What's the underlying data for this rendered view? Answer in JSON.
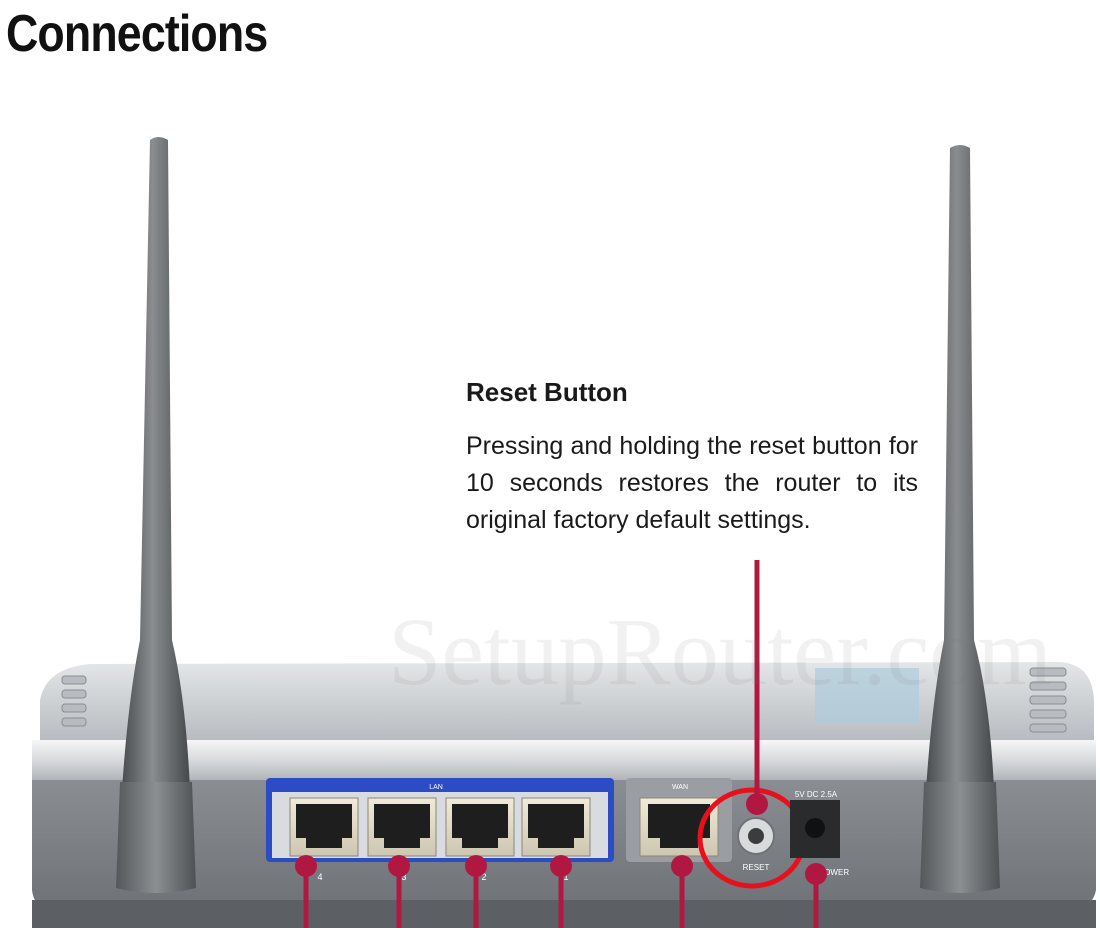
{
  "page": {
    "title": "Connections"
  },
  "callout": {
    "title": "Reset Button",
    "body": "Pressing and holding the reset button for 10 seconds restores the router to its original factory default settings."
  },
  "router": {
    "lan_label": "LAN",
    "wan_label": "WAN",
    "reset_label": "RESET",
    "power_spec": "5V DC 2.5A",
    "power_label": "POWER",
    "lan_port_numbers": [
      "4",
      "3",
      "2",
      "1"
    ]
  },
  "watermark": "SetupRouter.com",
  "colors": {
    "pointer": "#b01842",
    "reset_highlight": "#e8101c",
    "lan_frame": "#2b4cc4",
    "router_body": "#8e9296"
  }
}
